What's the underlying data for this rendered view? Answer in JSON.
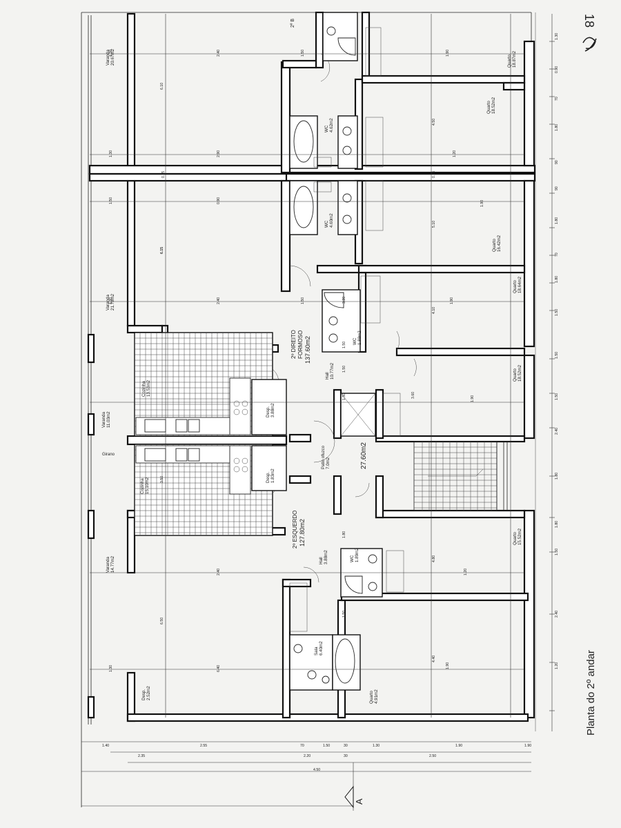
{
  "sheet": {
    "title": "Planta do 2º andar",
    "page_mark": "18",
    "section_mark": "A"
  },
  "apartments": {
    "right_unit": {
      "name": "2º DIREITO",
      "subtitle": "FORMOSO",
      "area": "137.60m2"
    },
    "left_unit": {
      "name": "2º ESQUERDO",
      "area": "127.80m2"
    },
    "landing": {
      "area": "27.60m2"
    },
    "top_unit_fragment": "2º B"
  },
  "rooms": [
    {
      "id": "varanda-top",
      "label": "Varanda",
      "area": "20.67m2"
    },
    {
      "id": "varanda-mid",
      "label": "Varanda",
      "area": "21.79m2"
    },
    {
      "id": "varanda-low",
      "label": "Varanda",
      "area": "14.77m2"
    },
    {
      "id": "varanda-small",
      "label": "Varanda",
      "area": "11.03m2"
    },
    {
      "id": "quarto-1",
      "label": "Quarto",
      "area": "18.87m2"
    },
    {
      "id": "quarto-2",
      "label": "Quarto",
      "area": "18.52m2"
    },
    {
      "id": "quarto-3",
      "label": "Quarto",
      "area": "16.42m2"
    },
    {
      "id": "quarto-4",
      "label": "Quarto",
      "area": "18.64m2"
    },
    {
      "id": "quarto-5",
      "label": "Quarto",
      "area": "18.52m2"
    },
    {
      "id": "quarto-6",
      "label": "Quarto",
      "area": "15.52m2"
    },
    {
      "id": "quarto-7",
      "label": "Quarto",
      "area": "4.91m2"
    },
    {
      "id": "cozinha-1",
      "label": "Cozinha",
      "area": "13.53m2"
    },
    {
      "id": "cozinha-2",
      "label": "Cozinha",
      "area": "15.10m2"
    },
    {
      "id": "hall-1",
      "label": "Hall",
      "area": "10.77m2"
    },
    {
      "id": "hall-2",
      "label": "Hall",
      "area": "3.88m2"
    },
    {
      "id": "patio",
      "label": "Patio ofuzco",
      "area": "7.0m2"
    },
    {
      "id": "desp-1",
      "label": "Desp.",
      "area": "3.88m2"
    },
    {
      "id": "desp-2",
      "label": "Desp.",
      "area": "2.52m2"
    },
    {
      "id": "desp-3",
      "label": "Desp.",
      "area": "1.83m2"
    },
    {
      "id": "wc-1",
      "label": "WC",
      "area": "4.62m2"
    },
    {
      "id": "wc-2",
      "label": "WC",
      "area": "4.60m2"
    },
    {
      "id": "wc-3",
      "label": "WC",
      "area": "1.88m2"
    },
    {
      "id": "wc-4",
      "label": "WC",
      "area": "1.89m2"
    },
    {
      "id": "sala-1",
      "label": "Sala",
      "area": "6.40m2"
    }
  ],
  "labels": {
    "outside": "Girano"
  },
  "dimensions": {
    "right_edge": [
      "1.30",
      "0.90",
      "70",
      "1.80",
      "90",
      "90",
      "1.80",
      "70",
      "1.80",
      "1.50",
      "1.50",
      "1.50",
      "2.40",
      "1.80",
      "1.80",
      "1.50",
      "2.40",
      "1.20"
    ],
    "left_strip": [
      "1.30",
      "1.30",
      "1.50",
      "1.30",
      "1.30"
    ],
    "upper_row": [
      "2.40",
      "2.90",
      "0.90",
      "2.40",
      "2.40",
      "6.40"
    ],
    "inner": [
      "6.10",
      "6.15",
      "6.15",
      "3.50",
      "6.50",
      "1.50",
      "1.50",
      "1.80",
      "1.90",
      "4.50",
      "5.10",
      "4.10",
      "3.60",
      "4.80",
      "4.40",
      "1.90",
      "1.90",
      "1.20",
      "1.20",
      "1.50",
      "1.50",
      "1.50",
      "1.50",
      "1.90",
      "1.90",
      "3.20",
      "0.15",
      "0.15"
    ],
    "bottom_row1": [
      "1.40",
      "2.55",
      "70",
      "1.50",
      "30",
      "1.30",
      "1.90",
      "1.90"
    ],
    "bottom_row2": [
      "2.35",
      "2.20",
      "30",
      "2.50"
    ],
    "bottom_row3": [
      "4.50"
    ]
  }
}
